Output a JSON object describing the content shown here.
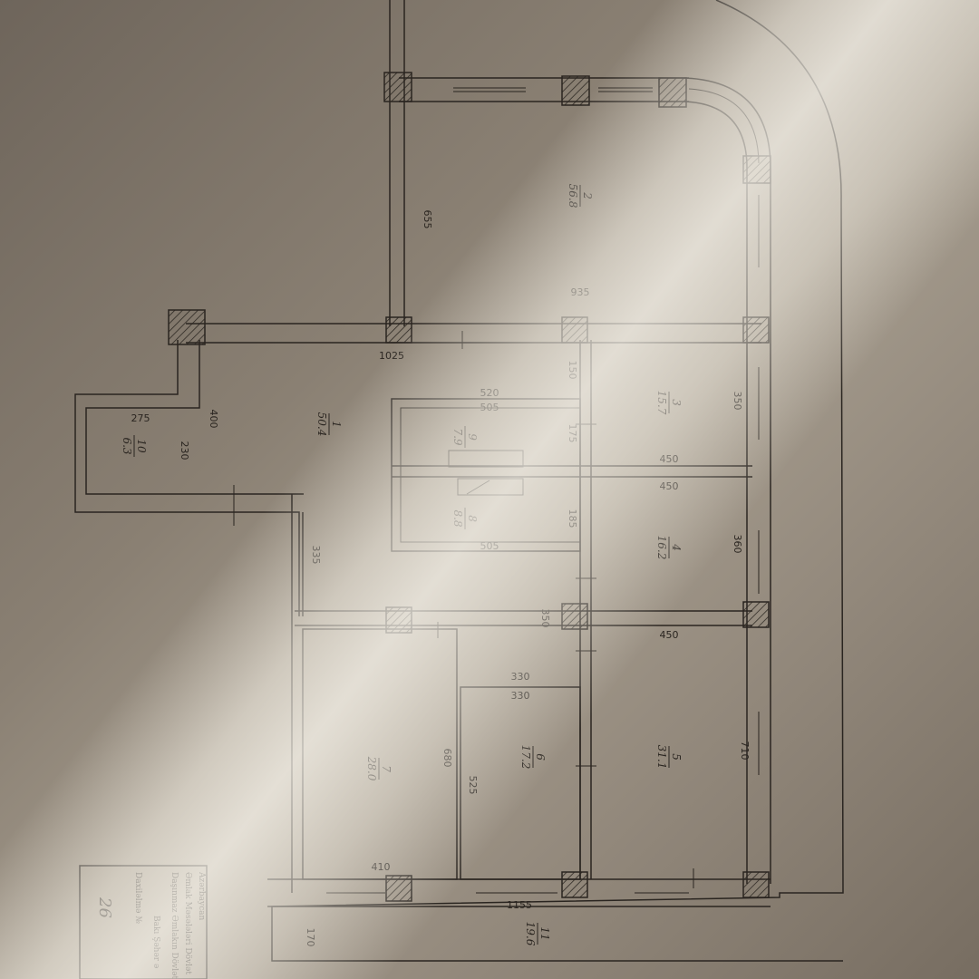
{
  "rooms": [
    {
      "id": "1",
      "number": "1",
      "area": "50.4"
    },
    {
      "id": "2",
      "number": "2",
      "area": "56.8"
    },
    {
      "id": "3",
      "number": "3",
      "area": "15.7"
    },
    {
      "id": "4",
      "number": "4",
      "area": "16.2"
    },
    {
      "id": "5",
      "number": "5",
      "area": "31.1"
    },
    {
      "id": "6",
      "number": "6",
      "area": "17.2"
    },
    {
      "id": "7",
      "number": "7",
      "area": "28.0"
    },
    {
      "id": "8",
      "number": "8",
      "area": "8.8"
    },
    {
      "id": "9",
      "number": "9",
      "area": "7.9"
    },
    {
      "id": "10",
      "number": "10",
      "area": "6.3"
    },
    {
      "id": "11",
      "number": "11",
      "area": "19.6"
    }
  ],
  "dimensions": {
    "d655": "655",
    "d935": "935",
    "d1025": "1025",
    "d150": "150",
    "d520": "520",
    "d505a": "505",
    "d175": "175",
    "d350a": "350",
    "d450a": "450",
    "d450b": "450",
    "d185": "185",
    "d505b": "505",
    "d360": "360",
    "d400": "400",
    "d275": "275",
    "d230": "230",
    "d335": "335",
    "d350b": "350",
    "d450c": "450",
    "d330a": "330",
    "d330b": "330",
    "d680": "680",
    "d525": "525",
    "d710": "710",
    "d410": "410",
    "d1155": "1155",
    "d170": "170"
  },
  "stamp": {
    "line1": "Azərbaycan",
    "line2": "Əmlak Məsələləri Dövlət",
    "line3": "Daşınmaz Əmlakın Dövlət",
    "line4": "Bakı Şəhər ə",
    "line5": "Daxiləlmə №",
    "handwritten": "26"
  }
}
